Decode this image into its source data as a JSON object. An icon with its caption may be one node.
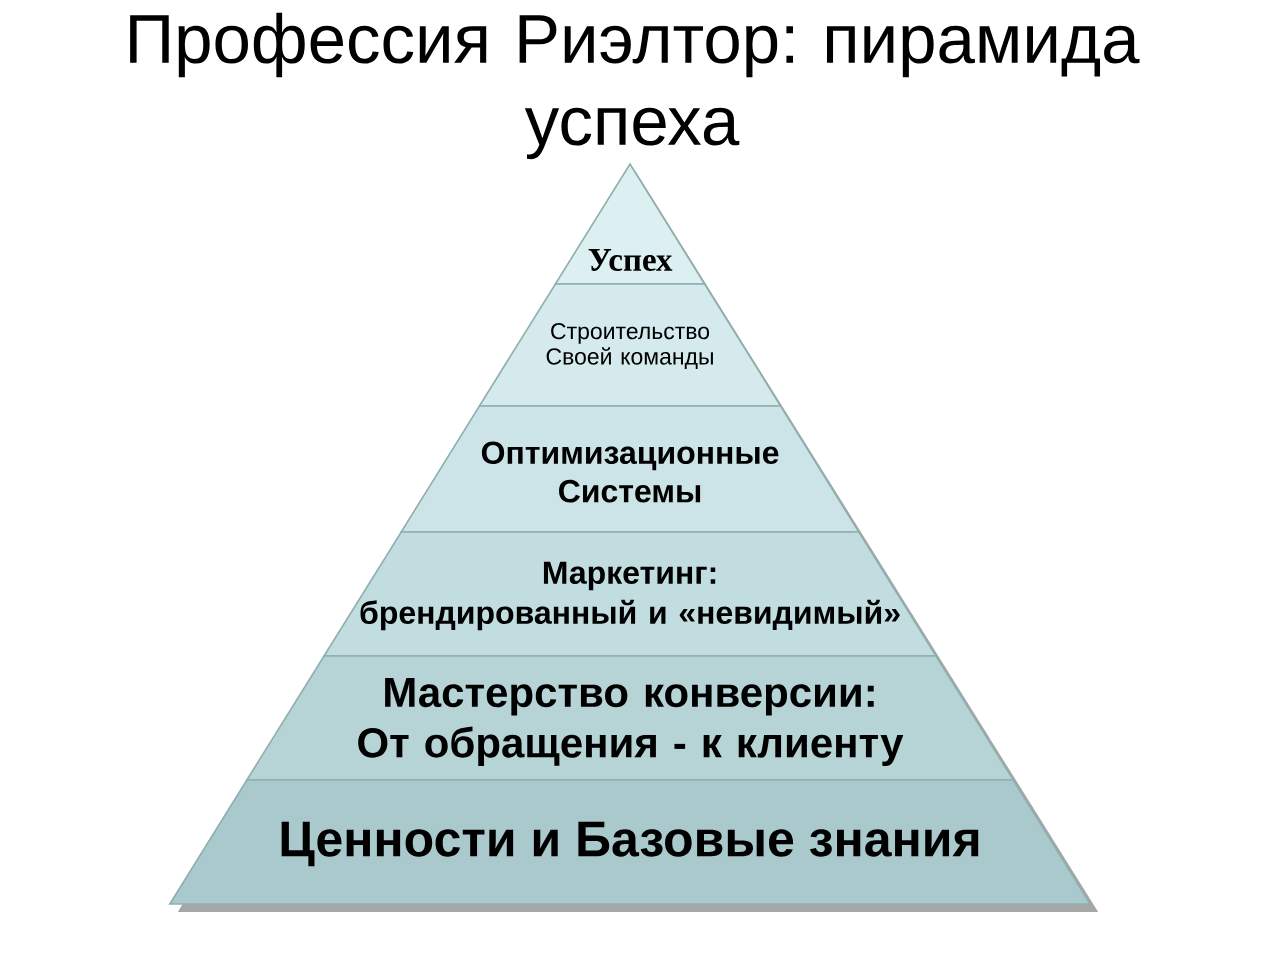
{
  "diagram": {
    "title": "Профессия Риэлтор: пирамида успеха",
    "nodes": [
      {
        "text": [
          "Успех"
        ]
      },
      {
        "text": [
          "Строительство Своей команды"
        ]
      },
      {
        "text": [
          "Оптимизационные Системы"
        ]
      },
      {
        "text": [
          "Маркетинг: брендированный и «невидимый»"
        ]
      },
      {
        "text": [
          "Мастерство конверсии: От обращения - к клиенту"
        ]
      },
      {
        "text": [
          "Ценности и Базовые знания"
        ]
      }
    ]
  }
}
